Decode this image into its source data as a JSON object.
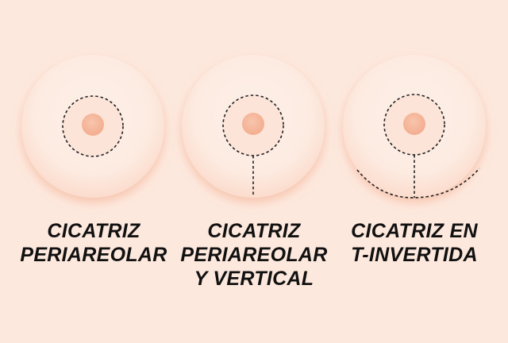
{
  "background_color": "#fde8dd",
  "breast_fill": "#fdeee5",
  "breast_shadow": "#f7c9b3",
  "nipple_color": "#f6b89c",
  "areola_color": "#fbd9c7",
  "scar_line_color": "#222222",
  "scar_types": [
    {
      "lines": [
        "CICATRIZ",
        "PERIAREOLAR"
      ]
    },
    {
      "lines": [
        "CICATRIZ",
        "PERIAREOLAR",
        "Y VERTICAL"
      ]
    },
    {
      "lines": [
        "CICATRIZ EN",
        "T-INVERTIDA"
      ]
    }
  ]
}
